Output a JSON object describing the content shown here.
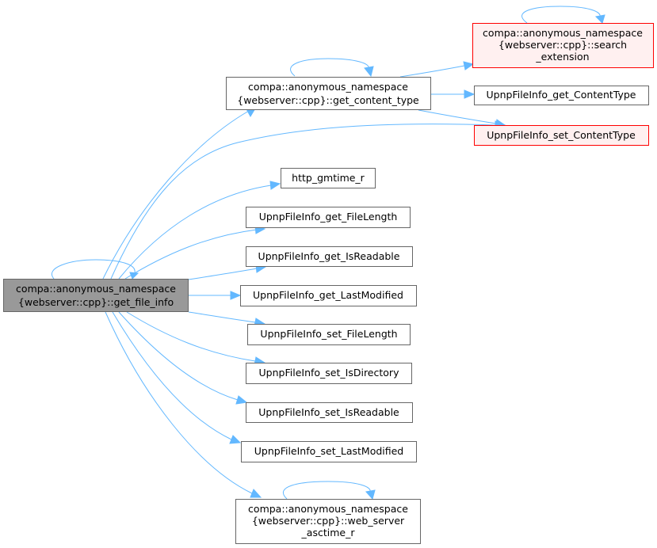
{
  "graph": {
    "colors": {
      "edge": "#63b8ff",
      "node_fill": "#ffffff",
      "node_border": "#666666",
      "root_fill": "#999999",
      "root_border": "#666666",
      "warn_fill": "#fff0f0",
      "warn_border": "#ff0000"
    },
    "nodes": {
      "get_file_info": {
        "lines": [
          "compa::anonymous_namespace",
          "{webserver::cpp}::get_file_info"
        ],
        "style": "root"
      },
      "get_content_type": {
        "lines": [
          "compa::anonymous_namespace",
          "{webserver::cpp}::get_content_type"
        ],
        "style": "normal"
      },
      "search_extension": {
        "lines": [
          "compa::anonymous_namespace",
          "{webserver::cpp}::search",
          "_extension"
        ],
        "style": "warn"
      },
      "get_ContentType": {
        "lines": [
          "UpnpFileInfo_get_ContentType"
        ],
        "style": "normal"
      },
      "set_ContentType": {
        "lines": [
          "UpnpFileInfo_set_ContentType"
        ],
        "style": "warn"
      },
      "http_gmtime_r": {
        "lines": [
          "http_gmtime_r"
        ],
        "style": "normal"
      },
      "get_FileLength": {
        "lines": [
          "UpnpFileInfo_get_FileLength"
        ],
        "style": "normal"
      },
      "get_IsReadable": {
        "lines": [
          "UpnpFileInfo_get_IsReadable"
        ],
        "style": "normal"
      },
      "get_LastModified": {
        "lines": [
          "UpnpFileInfo_get_LastModified"
        ],
        "style": "normal"
      },
      "set_FileLength": {
        "lines": [
          "UpnpFileInfo_set_FileLength"
        ],
        "style": "normal"
      },
      "set_IsDirectory": {
        "lines": [
          "UpnpFileInfo_set_IsDirectory"
        ],
        "style": "normal"
      },
      "set_IsReadable": {
        "lines": [
          "UpnpFileInfo_set_IsReadable"
        ],
        "style": "normal"
      },
      "set_LastModified": {
        "lines": [
          "UpnpFileInfo_set_LastModified"
        ],
        "style": "normal"
      },
      "web_server_asctime_r": {
        "lines": [
          "compa::anonymous_namespace",
          "{webserver::cpp}::web_server",
          "_asctime_r"
        ],
        "style": "normal"
      }
    }
  }
}
